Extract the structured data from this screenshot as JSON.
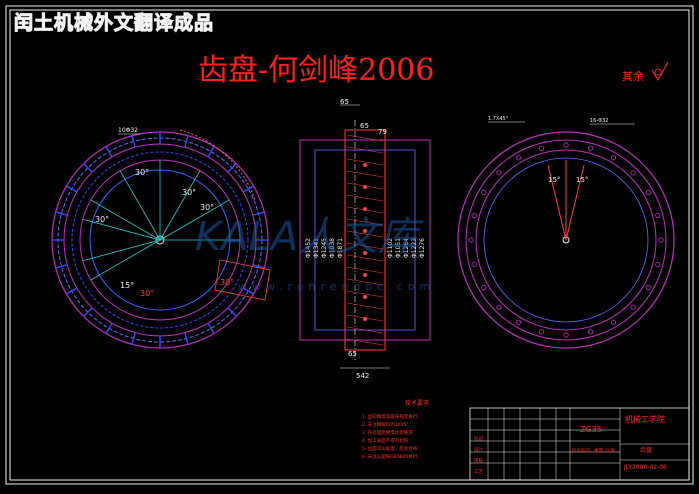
{
  "header": {
    "watermark": "闰土机械外文翻译成品",
    "title": "齿盘-何剑峰2006",
    "finish_note": "其余"
  },
  "left_view": {
    "angles": [
      "30°",
      "30°",
      "30°",
      "30°",
      "15°",
      "30°",
      "30°"
    ],
    "callout": "10Φ32"
  },
  "section_view": {
    "dims_top": [
      "65",
      "65",
      "79"
    ],
    "dims_bottom": [
      "65",
      "542"
    ],
    "diameters_left": [
      "Φ1452",
      "Φ1341",
      "Φ1245",
      "Φ1038",
      "Φ1871"
    ],
    "diameters_right": [
      "Φ1102",
      "Φ1051",
      "Φ1264",
      "Φ1223",
      "Φ1276"
    ]
  },
  "right_view": {
    "callout_left": "1.7X45°",
    "callout_right": "16-Φ32",
    "angles": [
      "15°",
      "15°"
    ]
  },
  "watermark_center": "KALA人文库",
  "watermark_url": "www.renrendoc.com",
  "tech_notes": {
    "heading": "技术要求",
    "lines": [
      "1. 齿轮精度等级按规定执行",
      "2. 未注倒角均为1X45°",
      "3. 热处理后硬度达到要求",
      "4. 加工表面不得有划伤",
      "5. 齿面淬火处理，检验合格",
      "6. 未注公差按GB1804执行"
    ]
  },
  "title_block": {
    "material": "ZG35",
    "school": "机械工学院",
    "part": "齿盘",
    "drawing_no": "JLY2000-02-06",
    "row_labels": [
      "标记",
      "设计",
      "审核",
      "工艺"
    ],
    "mid_labels": [
      "阶段标记",
      "重量",
      "比例"
    ]
  }
}
